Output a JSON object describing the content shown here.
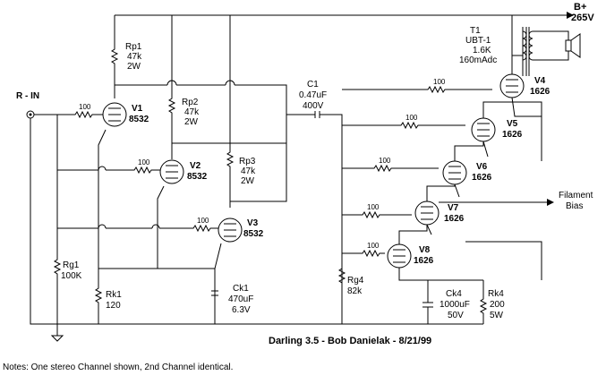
{
  "supply": {
    "name": "B+",
    "voltage": "265V"
  },
  "input": {
    "label": "R - IN"
  },
  "output": {
    "label": "Filament",
    "label2": "Bias"
  },
  "transformer": {
    "ref": "T1",
    "part": "UBT-1",
    "value": "1.6K",
    "current": "160mAdc"
  },
  "tubes": [
    {
      "ref": "V1",
      "type": "8532"
    },
    {
      "ref": "V2",
      "type": "8532"
    },
    {
      "ref": "V3",
      "type": "8532"
    },
    {
      "ref": "V4",
      "type": "1626"
    },
    {
      "ref": "V5",
      "type": "1626"
    },
    {
      "ref": "V6",
      "type": "1626"
    },
    {
      "ref": "V7",
      "type": "1626"
    },
    {
      "ref": "V8",
      "type": "1626"
    }
  ],
  "resistors": {
    "rp1": {
      "ref": "Rp1",
      "value": "47k",
      "rating": "2W"
    },
    "rp2": {
      "ref": "Rp2",
      "value": "47k",
      "rating": "2W"
    },
    "rp3": {
      "ref": "Rp3",
      "value": "47k",
      "rating": "2W"
    },
    "rg1": {
      "ref": "Rg1",
      "value": "100K"
    },
    "rk1": {
      "ref": "Rk1",
      "value": "120"
    },
    "rg4": {
      "ref": "Rg4",
      "value": "82k"
    },
    "rk4": {
      "ref": "Rk4",
      "value": "200",
      "rating": "5W"
    },
    "grid_stopper": "100"
  },
  "capacitors": {
    "c1": {
      "ref": "C1",
      "value": "0.47uF",
      "rating": "400V"
    },
    "ck1": {
      "ref": "Ck1",
      "value": "470uF",
      "rating": "6.3V"
    },
    "ck4": {
      "ref": "Ck4",
      "value": "1000uF",
      "rating": "50V"
    }
  },
  "footer": {
    "title": "Darling 3.5 - Bob Danielak - 8/21/99",
    "note": "Notes:  One stereo Channel shown, 2nd Channel identical."
  }
}
